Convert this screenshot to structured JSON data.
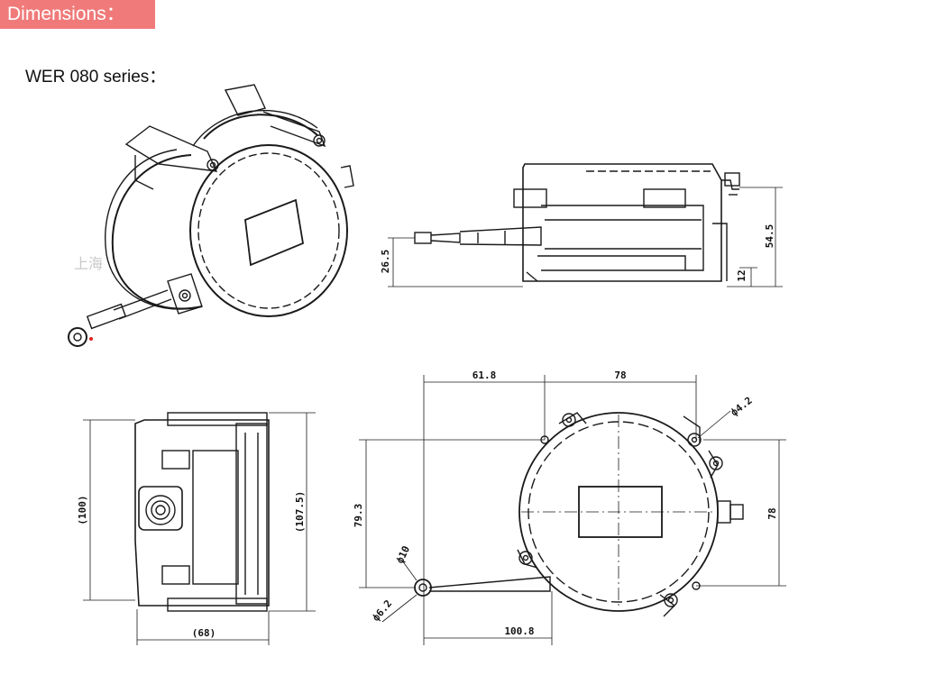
{
  "header": {
    "title": "Dimensions："
  },
  "series_label": "WER 080 series：",
  "watermark": "上海",
  "dims": {
    "side_height": "54.5",
    "side_shaft": "26.5",
    "side_base": "12",
    "front_width": "(68)",
    "front_h_left": "(100)",
    "front_h_right": "(107.5)",
    "top_w_left": "61.8",
    "top_w_right": "78",
    "top_hole": "ф4.2",
    "top_h_left": "79.3",
    "top_h_right": "78",
    "top_ring": "ф10",
    "top_pin": "ф6.2",
    "top_length": "100.8"
  },
  "colors": {
    "header_bg": "#f07a7a",
    "line": "#1a1a1a"
  }
}
